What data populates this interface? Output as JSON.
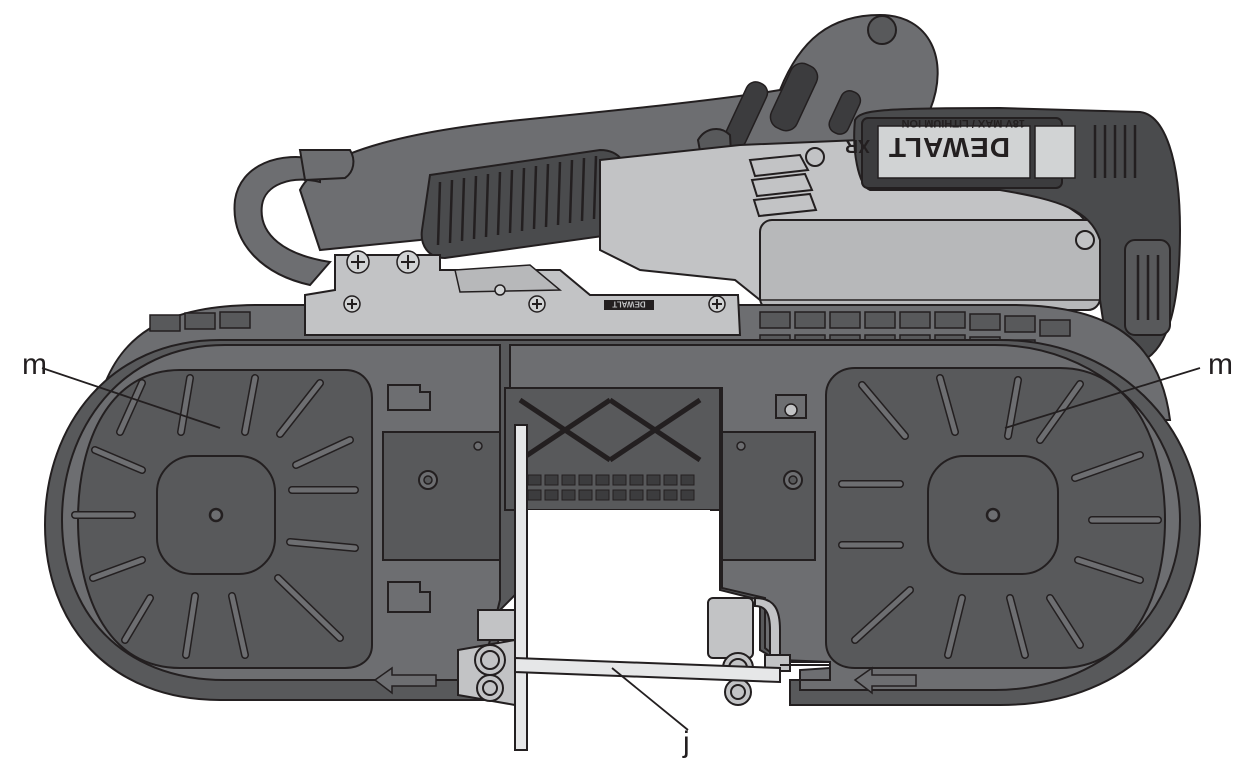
{
  "labels": {
    "m_left": "m",
    "m_right": "m",
    "j": "j"
  },
  "battery": {
    "brand": "DEWALT",
    "badge": "XR",
    "rating": "18V MAX / LITHIUM ION"
  },
  "plate_brand": "DEWALT",
  "colors": {
    "body_dark": "#58595b",
    "body_mid": "#6d6e71",
    "body_light": "#c2c3c5",
    "outline": "#231f20",
    "blade": "#e6e7e8"
  }
}
